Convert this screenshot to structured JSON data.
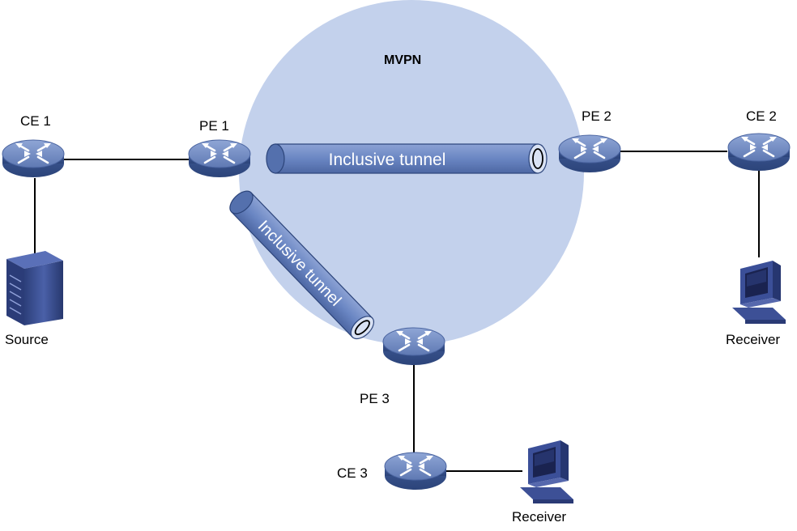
{
  "region": {
    "label": "MVPN"
  },
  "tunnels": [
    {
      "id": "pe1-pe2",
      "label": "Inclusive tunnel"
    },
    {
      "id": "pe1-pe3",
      "label": "Inclusive tunnel"
    }
  ],
  "devices": {
    "ce1": {
      "label": "CE 1",
      "type": "router-icon"
    },
    "pe1": {
      "label": "PE 1",
      "type": "router-icon"
    },
    "pe2": {
      "label": "PE 2",
      "type": "router-icon"
    },
    "ce2": {
      "label": "CE 2",
      "type": "router-icon"
    },
    "pe3": {
      "label": "PE 3",
      "type": "router-icon"
    },
    "ce3": {
      "label": "CE 3",
      "type": "router-icon"
    },
    "source": {
      "label": "Source",
      "type": "server-icon"
    },
    "receiver2": {
      "label": "Receiver",
      "type": "pc-icon"
    },
    "receiver3": {
      "label": "Receiver",
      "type": "pc-icon"
    }
  },
  "colors": {
    "region_fill": "#c3d1ec",
    "tunnel_fill": "#6b86c4",
    "router_fill": "#5a74ae",
    "link": "#000000"
  }
}
